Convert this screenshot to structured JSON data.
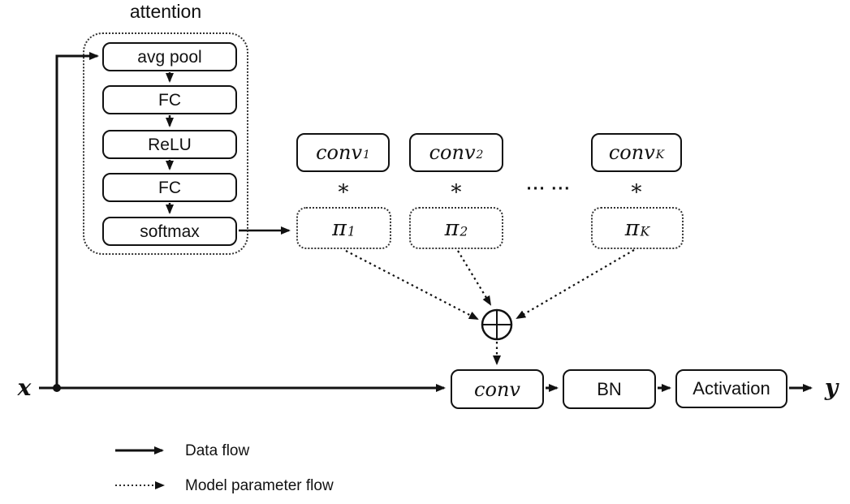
{
  "diagram": {
    "attention": {
      "title": "attention",
      "layers": [
        "avg pool",
        "FC",
        "ReLU",
        "FC",
        "softmax"
      ]
    },
    "kernels": {
      "items": [
        {
          "base": "conv",
          "sub": "1"
        },
        {
          "base": "conv",
          "sub": "2"
        },
        {
          "base": "conv",
          "sub": "K"
        }
      ],
      "multiply": "∗",
      "ellipsis": "··· ···"
    },
    "weights": [
      {
        "base": "π",
        "sub": "1"
      },
      {
        "base": "π",
        "sub": "2"
      },
      {
        "base": "π",
        "sub": "K"
      }
    ],
    "aggregator": "sum-node",
    "pipeline": {
      "input": "x",
      "conv": "conv",
      "bn": "BN",
      "activation": "Activation",
      "output": "y"
    },
    "legend": {
      "data_flow": "Data flow",
      "param_flow": "Model parameter flow"
    },
    "colors": {
      "stroke": "#111111",
      "background": "#ffffff"
    }
  }
}
